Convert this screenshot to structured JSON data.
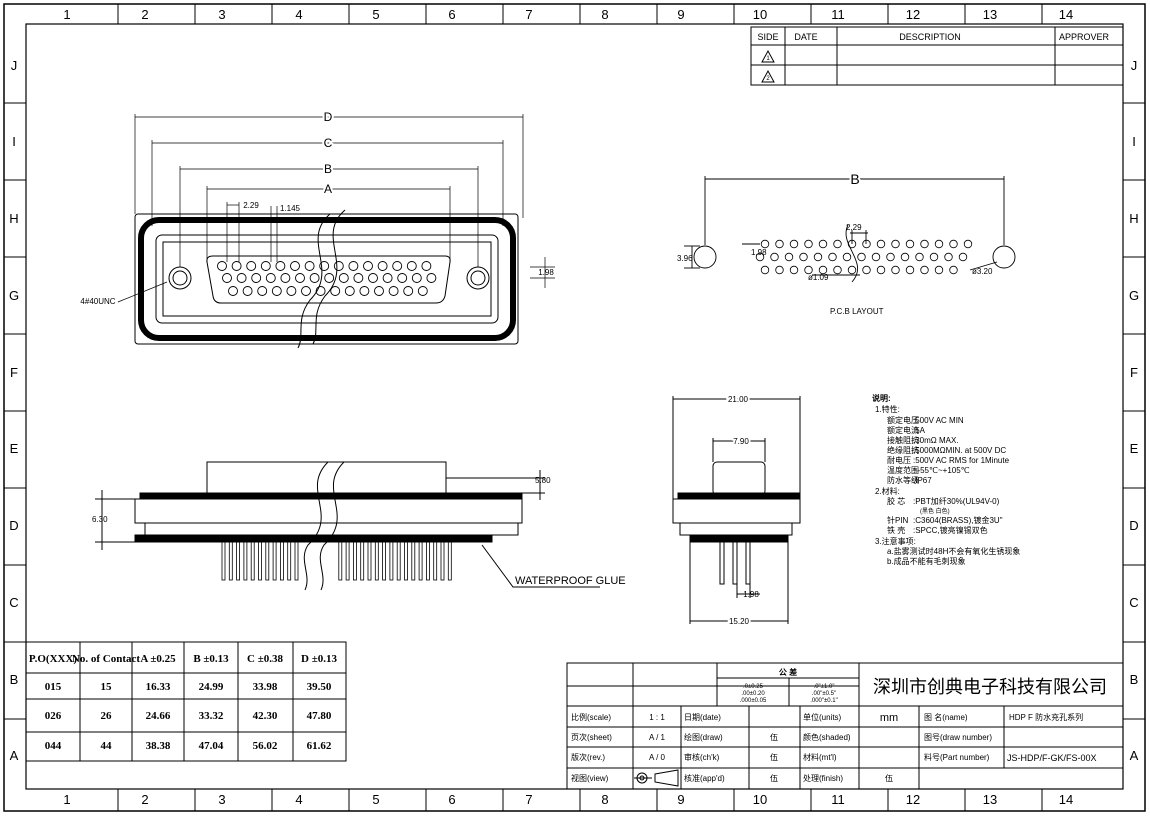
{
  "grid": {
    "cols": [
      "1",
      "2",
      "3",
      "4",
      "5",
      "6",
      "7",
      "8",
      "9",
      "10",
      "11",
      "12",
      "13",
      "14"
    ],
    "rows": [
      "J",
      "I",
      "H",
      "G",
      "F",
      "E",
      "D",
      "C",
      "B",
      "A"
    ]
  },
  "revision_table": {
    "headers": [
      "SIDE",
      "DATE",
      "DESCRIPTION",
      "APPROVER"
    ],
    "rows": [
      "1",
      "2"
    ]
  },
  "front_view": {
    "dims": {
      "d": "D",
      "c": "C",
      "b": "B",
      "a": "A",
      "pitch": "2.29",
      "offset": "1.145",
      "right": "1.98"
    },
    "thread": "4#40UNC"
  },
  "pcb_layout": {
    "dim_b": "B",
    "pitch": "2.29",
    "row_offset": "1.98",
    "height": "3.96",
    "pin_hole": "ø1.09",
    "mount_hole": "ø3.20",
    "title": "P.C.B LAYOUT"
  },
  "side_view": {
    "dims": {
      "height_top": "5.80",
      "height_left": "6.30"
    },
    "glue_label": "WATERPROOF GLUE"
  },
  "end_view": {
    "dims": {
      "width": "21.00",
      "shell": "7.90",
      "pitch": "1.98",
      "bottom": "15.20"
    }
  },
  "notes": {
    "heading": "说明:",
    "section1": "1.特性:",
    "specs": [
      {
        "label": "额定电压",
        "value": ":500V AC MIN"
      },
      {
        "label": "额定电流",
        "value": ":5A"
      },
      {
        "label": "接触阻抗",
        "value": ":30mΩ MAX."
      },
      {
        "label": "绝缘阻抗",
        "value": ":5000MΩMIN. at 500V DC"
      },
      {
        "label": "耐电压",
        "value": ":500V AC RMS for 1Minute"
      },
      {
        "label": "温度范围",
        "value": ": -55℃~+105℃"
      },
      {
        "label": "防水等级",
        "value": ":IP67"
      }
    ],
    "section2": "2.材料:",
    "materials": [
      {
        "label": "胶 芯",
        "value": ":PBT加纤30%(UL94V-0)"
      },
      {
        "label": "",
        "value": "(黑色 白色)"
      },
      {
        "label": "针PIN",
        "value": ":C3604(BRASS),镀金3U\""
      },
      {
        "label": "铁 壳",
        "value": ":SPCC,镀亮镍锡双色"
      }
    ],
    "section3": "3.注意事项:",
    "cautions": [
      "a.盐雾测试时48H不会有氧化生锈现象",
      "b.成品不能有毛刺现象"
    ]
  },
  "size_table": {
    "headers": [
      "P.O(XXX)",
      "No. of Contact",
      "A ±0.25",
      "B ±0.13",
      "C ±0.38",
      "D ±0.13"
    ],
    "rows": [
      [
        "015",
        "15",
        "16.33",
        "24.99",
        "33.98",
        "39.50"
      ],
      [
        "026",
        "26",
        "24.66",
        "33.32",
        "42.30",
        "47.80"
      ],
      [
        "044",
        "44",
        "38.38",
        "47.04",
        "56.02",
        "61.62"
      ]
    ]
  },
  "title_block": {
    "tolerance_head": "公 差",
    "tol_col1": [
      ".0±0.25",
      ".00±0.20",
      ".000±0.05"
    ],
    "tol_col2": [
      ".0\"±1.0\"",
      ".00\"±0.5\"",
      ".000\"±0.1\""
    ],
    "company": "深圳市创典电子科技有限公司",
    "rows": [
      {
        "l1": "比例(scale)",
        "v1": "1 : 1",
        "l2": "日期(date)",
        "v2": "",
        "l3": "单位(units)",
        "v3": "mm",
        "l4": "图 名(name)",
        "v4": "HDP F 防水充孔系列"
      },
      {
        "l1": "页次(sheet)",
        "v1": "A / 1",
        "l2": "绘图(draw)",
        "v2": "伍",
        "l3": "颜色(shaded)",
        "v3": "",
        "l4": "图号(draw number)",
        "v4": ""
      },
      {
        "l1": "版次(rev.)",
        "v1": "A / 0",
        "l2": "审核(ch'k)",
        "v2": "伍",
        "l3": "材料(mt'l)",
        "v3": "",
        "l4": "料号(Part number)",
        "v4": "JS-HDP/F-GK/FS-00X"
      },
      {
        "l1": "视图(view)",
        "v1": "",
        "l2": "核准(app'd)",
        "v2": "伍",
        "l3": "处理(finish)",
        "v3": "伍",
        "l4": "",
        "v4": ""
      }
    ]
  }
}
